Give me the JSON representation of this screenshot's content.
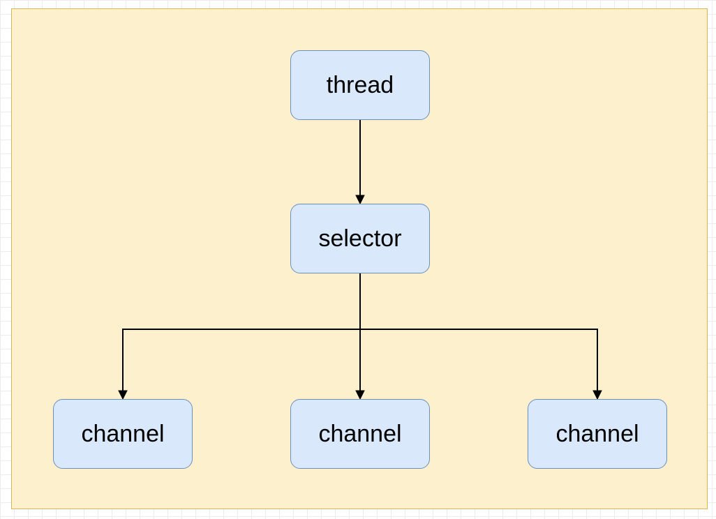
{
  "colors": {
    "container_fill": "#fdf1cd",
    "container_border": "#d6b656",
    "node_fill": "#dae8fc",
    "node_border": "#6c8ebf",
    "edge": "#000000"
  },
  "nodes": {
    "thread": "thread",
    "selector": "selector",
    "channels": [
      "channel",
      "channel",
      "channel"
    ]
  },
  "edges": [
    {
      "from": "thread",
      "to": "selector"
    },
    {
      "from": "selector",
      "to": "channel-1"
    },
    {
      "from": "selector",
      "to": "channel-2"
    },
    {
      "from": "selector",
      "to": "channel-3"
    }
  ]
}
